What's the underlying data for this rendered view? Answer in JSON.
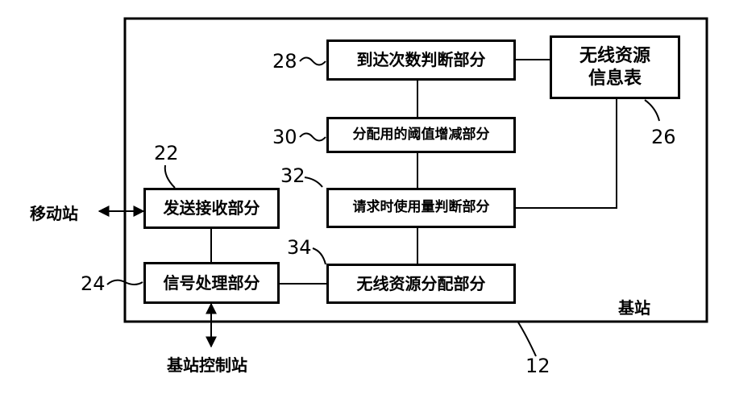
{
  "base_station": {
    "label": "基站",
    "ref": "12"
  },
  "boxes": {
    "arrival_count": "到达次数判断部分",
    "radio_info": "无线资源\n信息表",
    "threshold": "分配用的阈值增减部分",
    "send_recv": "发送接收部分",
    "usage_judge": "请求时使用量判断部分",
    "signal_proc": "信号处理部分",
    "radio_alloc": "无线资源分配部分"
  },
  "refs": {
    "arrival_count": "28",
    "radio_info": "26",
    "threshold": "30",
    "send_recv": "22",
    "usage_judge": "32",
    "signal_proc": "24",
    "radio_alloc": "34"
  },
  "external": {
    "mobile_station": "移动站",
    "base_station_controller": "基站控制站"
  }
}
